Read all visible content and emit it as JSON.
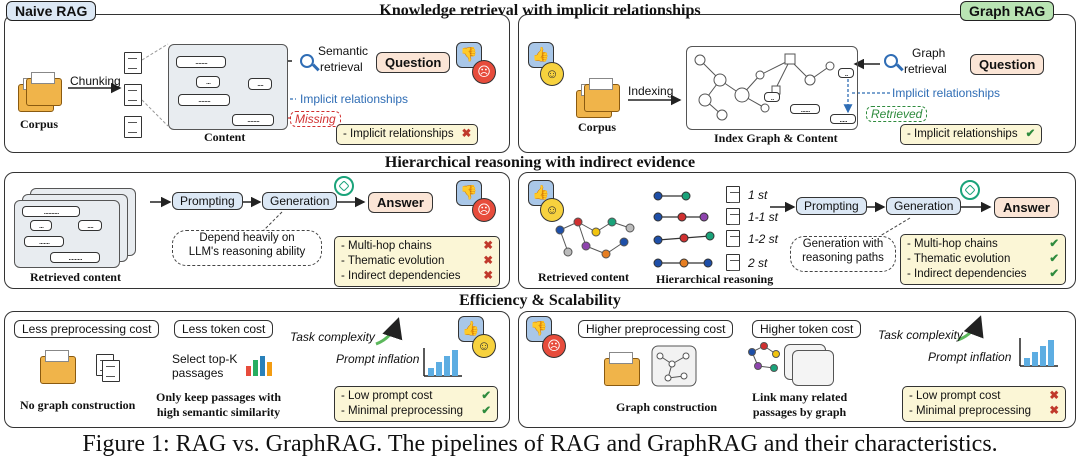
{
  "tags": {
    "naive": "Naive RAG",
    "graph": "Graph RAG"
  },
  "sections": [
    "Knowledge retrieval with implicit relationships",
    "Hierarchical reasoning with indirect evidence",
    "Efficiency & Scalability"
  ],
  "p1": {
    "corpus": "Corpus",
    "chunking": "Chunking",
    "content": "Content",
    "semantic": "Semantic",
    "retrieval": "retrieval",
    "question": "Question",
    "implicit": "Implicit relationships",
    "missing": "Missing",
    "check": "- Implicit relationships"
  },
  "p2": {
    "corpus": "Corpus",
    "indexing": "Indexing",
    "graph": "Graph",
    "retrieval": "retrieval",
    "question": "Question",
    "implicit": "Implicit relationships",
    "retrieved": "Retrieved",
    "index_label": "Index Graph & Content",
    "check": "- Implicit relationships"
  },
  "p3": {
    "prompting": "Prompting",
    "generation": "Generation",
    "answer": "Answer",
    "note_l1": "Depend heavily on",
    "note_l2": "LLM's reasoning ability",
    "retrieved": "Retrieved content",
    "checks": [
      "- Multi-hop chains",
      "- Thematic evolution",
      "- Indirect dependencies"
    ]
  },
  "p4": {
    "levels": [
      "1 st",
      "1-1 st",
      "1-2 st",
      "2 st"
    ],
    "prompting": "Prompting",
    "generation": "Generation",
    "answer": "Answer",
    "note_l1": "Generation with",
    "note_l2": "reasoning paths",
    "retrieved": "Retrieved content",
    "hier": "Hierarchical reasoning",
    "checks": [
      "- Multi-hop chains",
      "- Thematic evolution",
      "- Indirect dependencies"
    ]
  },
  "p5": {
    "less_pre": "Less preprocessing cost",
    "less_tok": "Less token cost",
    "select_l1": "Select top-K",
    "select_l2": "passages",
    "task": "Task complexity",
    "inflation": "Prompt inflation",
    "no_graph": "No graph construction",
    "only_l1": "Only keep passages with",
    "only_l2": "high semantic similarity",
    "checks": [
      "- Low prompt cost",
      "- Minimal preprocessing"
    ]
  },
  "p6": {
    "high_pre": "Higher preprocessing cost",
    "high_tok": "Higher token cost",
    "task": "Task complexity",
    "inflation": "Prompt inflation",
    "graph_cons": "Graph construction",
    "link_l1": "Link many related",
    "link_l2": "passages by graph",
    "checks": [
      "- Low prompt cost",
      "- Minimal preprocessing"
    ]
  },
  "caption": "Figure 1: RAG vs. GraphRAG. The pipelines of RAG and GraphRAG and their characteristics.",
  "colors": {
    "blue_box": "#dce8f5",
    "check_box": "#fbf6d6",
    "answer_box": "#fbe5d6",
    "cross": "#c0392b",
    "tick": "#2e8b3d",
    "link": "#2f6db5"
  },
  "icons": [
    "folder-icon",
    "document-icon",
    "magnifier-icon",
    "thumbs-down-icon",
    "thumbs-up-icon",
    "sad-face-icon",
    "happy-face-icon",
    "openai-icon",
    "bar-chart-icon",
    "graph-icon"
  ]
}
